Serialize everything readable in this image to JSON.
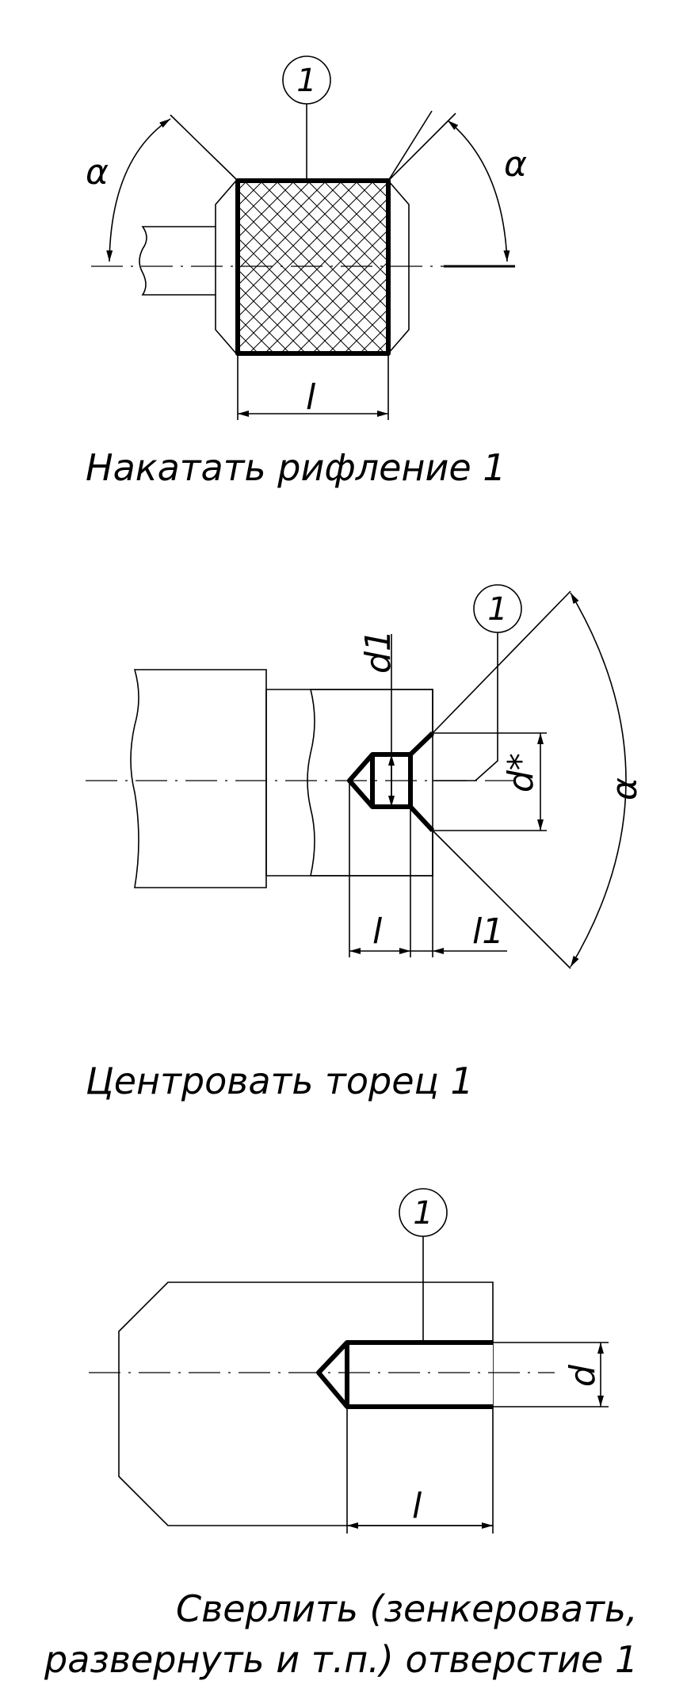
{
  "diagram_1": {
    "leader": "1",
    "angle_left": "α",
    "angle_right": "α",
    "length": "l",
    "caption": "Накатать рифление 1"
  },
  "diagram_2": {
    "leader": "1",
    "dim_d1": "d1",
    "dim_d": "d*",
    "angle": "α",
    "length": "l",
    "length_l1": "l1",
    "caption": "Центровать торец 1"
  },
  "diagram_3": {
    "leader": "1",
    "dim_d": "d",
    "length": "l",
    "caption_line1": "Сверлить (зенкеровать,",
    "caption_line2": "развернуть и т.п.) отверстие 1"
  }
}
